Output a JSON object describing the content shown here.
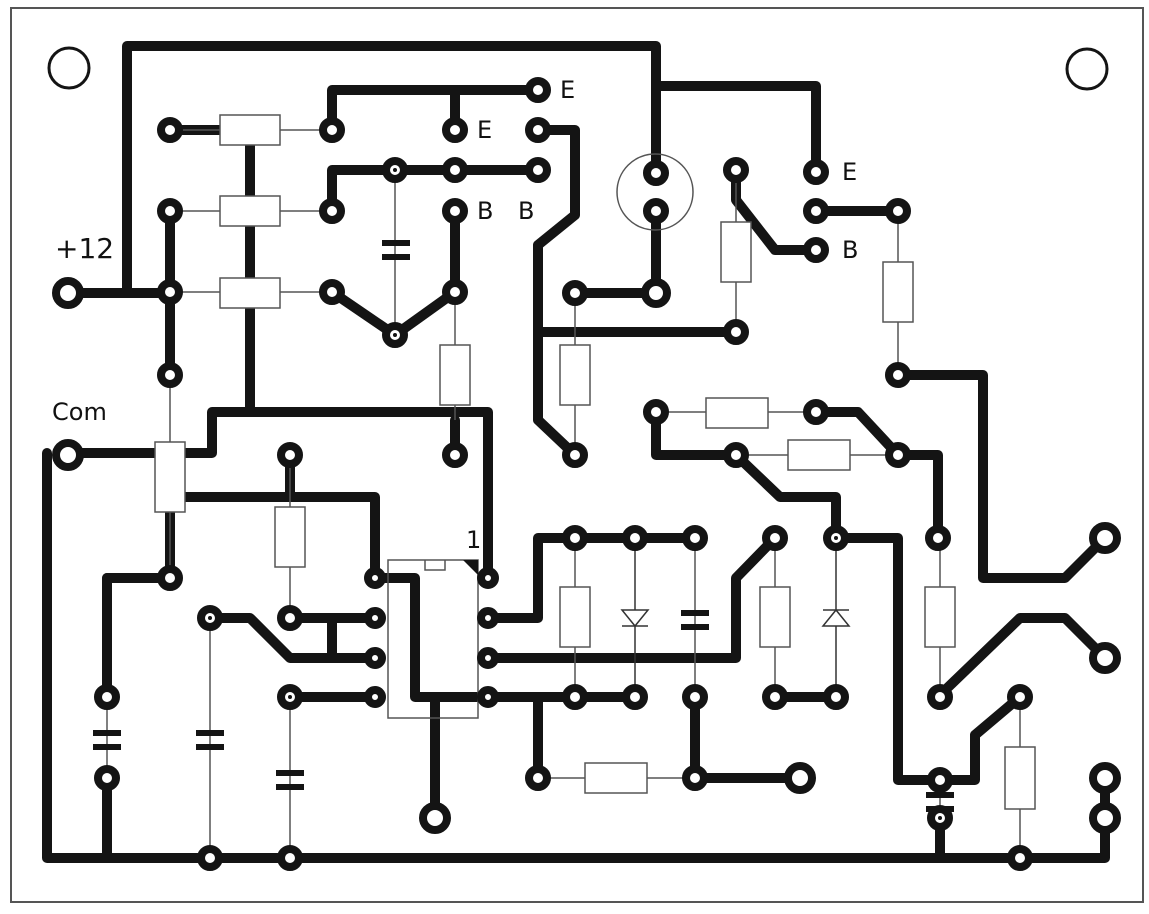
{
  "labels": {
    "plus12": "+12",
    "com": "Com",
    "pin1": "1",
    "e1": "E",
    "e2": "E",
    "e3": "E",
    "b1": "B",
    "b2": "B",
    "b3": "B"
  },
  "colors": {
    "background": "#ffffff",
    "trace": "#141414",
    "outline": "#555555"
  }
}
